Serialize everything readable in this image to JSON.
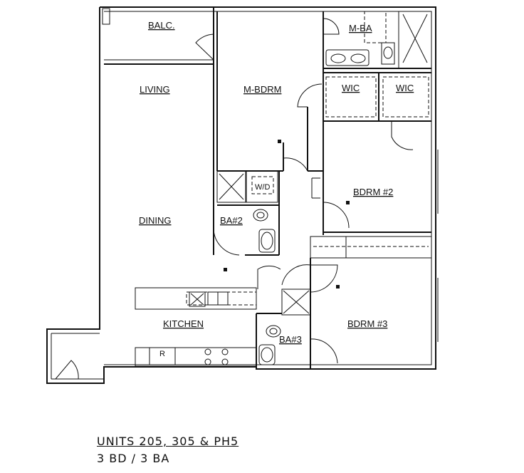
{
  "rooms": {
    "balcony": "BALC.",
    "living": "LIVING",
    "master_bedroom": "M-BDRM",
    "master_bath": "M-BA",
    "wic_1": "WIC",
    "wic_2": "WIC",
    "dining": "DINING",
    "bath_2": "BA#2",
    "washer_dryer": "W/D",
    "bedroom_2": "BDRM  #2",
    "kitchen": "KITCHEN",
    "bath_3": "BA#3",
    "bedroom_3": "BDRM  #3",
    "range": "R"
  },
  "caption": {
    "units": "UNITS 205, 305 & PH5",
    "bd_ba": "3 BD / 3 BA"
  }
}
